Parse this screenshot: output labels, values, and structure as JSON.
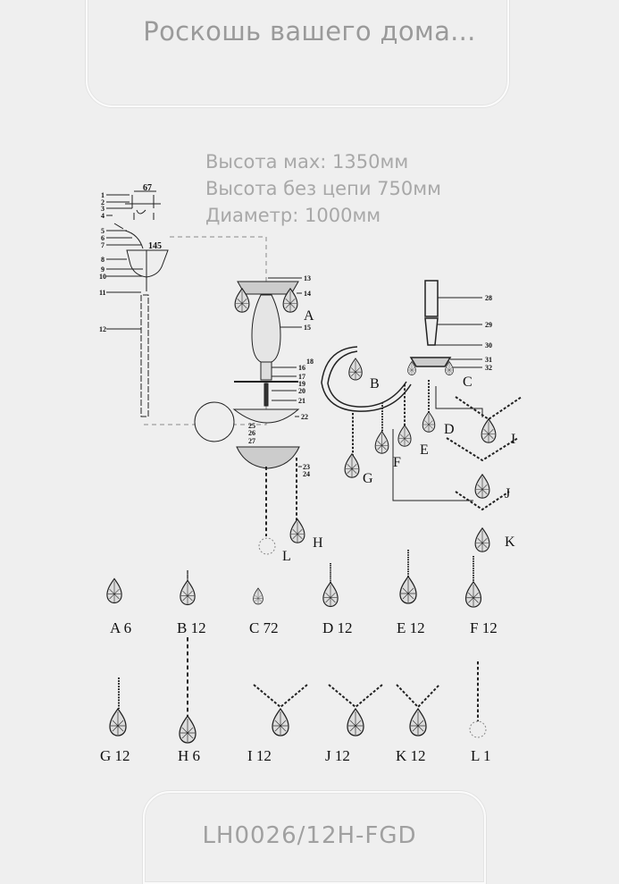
{
  "header": {
    "tagline": "Роскошь вашего дома..."
  },
  "specs": {
    "height_max": "Высота мах: 1350мм",
    "height_no_chain": "Высота без цепи 750мм",
    "diameter": "Диаметр: 1000мм"
  },
  "diagram": {
    "dims": {
      "width_top": "67",
      "canopy": "145"
    },
    "part_numbers": [
      "1",
      "2",
      "3",
      "4",
      "5",
      "6",
      "7",
      "8",
      "9",
      "10",
      "11",
      "12",
      "13",
      "14",
      "15",
      "16",
      "17",
      "18",
      "19",
      "20",
      "21",
      "22",
      "23",
      "24",
      "25",
      "26",
      "27",
      "28",
      "29",
      "30",
      "31",
      "32"
    ],
    "callouts": [
      "A",
      "B",
      "C",
      "D",
      "E",
      "F",
      "G",
      "H",
      "I",
      "J",
      "K",
      "L"
    ]
  },
  "legend": [
    {
      "letter": "A",
      "qty": "6"
    },
    {
      "letter": "B",
      "qty": "12"
    },
    {
      "letter": "C",
      "qty": "72"
    },
    {
      "letter": "D",
      "qty": "12"
    },
    {
      "letter": "E",
      "qty": "12"
    },
    {
      "letter": "F",
      "qty": "12"
    },
    {
      "letter": "G",
      "qty": "12"
    },
    {
      "letter": "H",
      "qty": "6"
    },
    {
      "letter": "I",
      "qty": "12"
    },
    {
      "letter": "J",
      "qty": "12"
    },
    {
      "letter": "K",
      "qty": "12"
    },
    {
      "letter": "L",
      "qty": "1"
    }
  ],
  "footer": {
    "model_code": "LH0026/12H-FGD"
  }
}
